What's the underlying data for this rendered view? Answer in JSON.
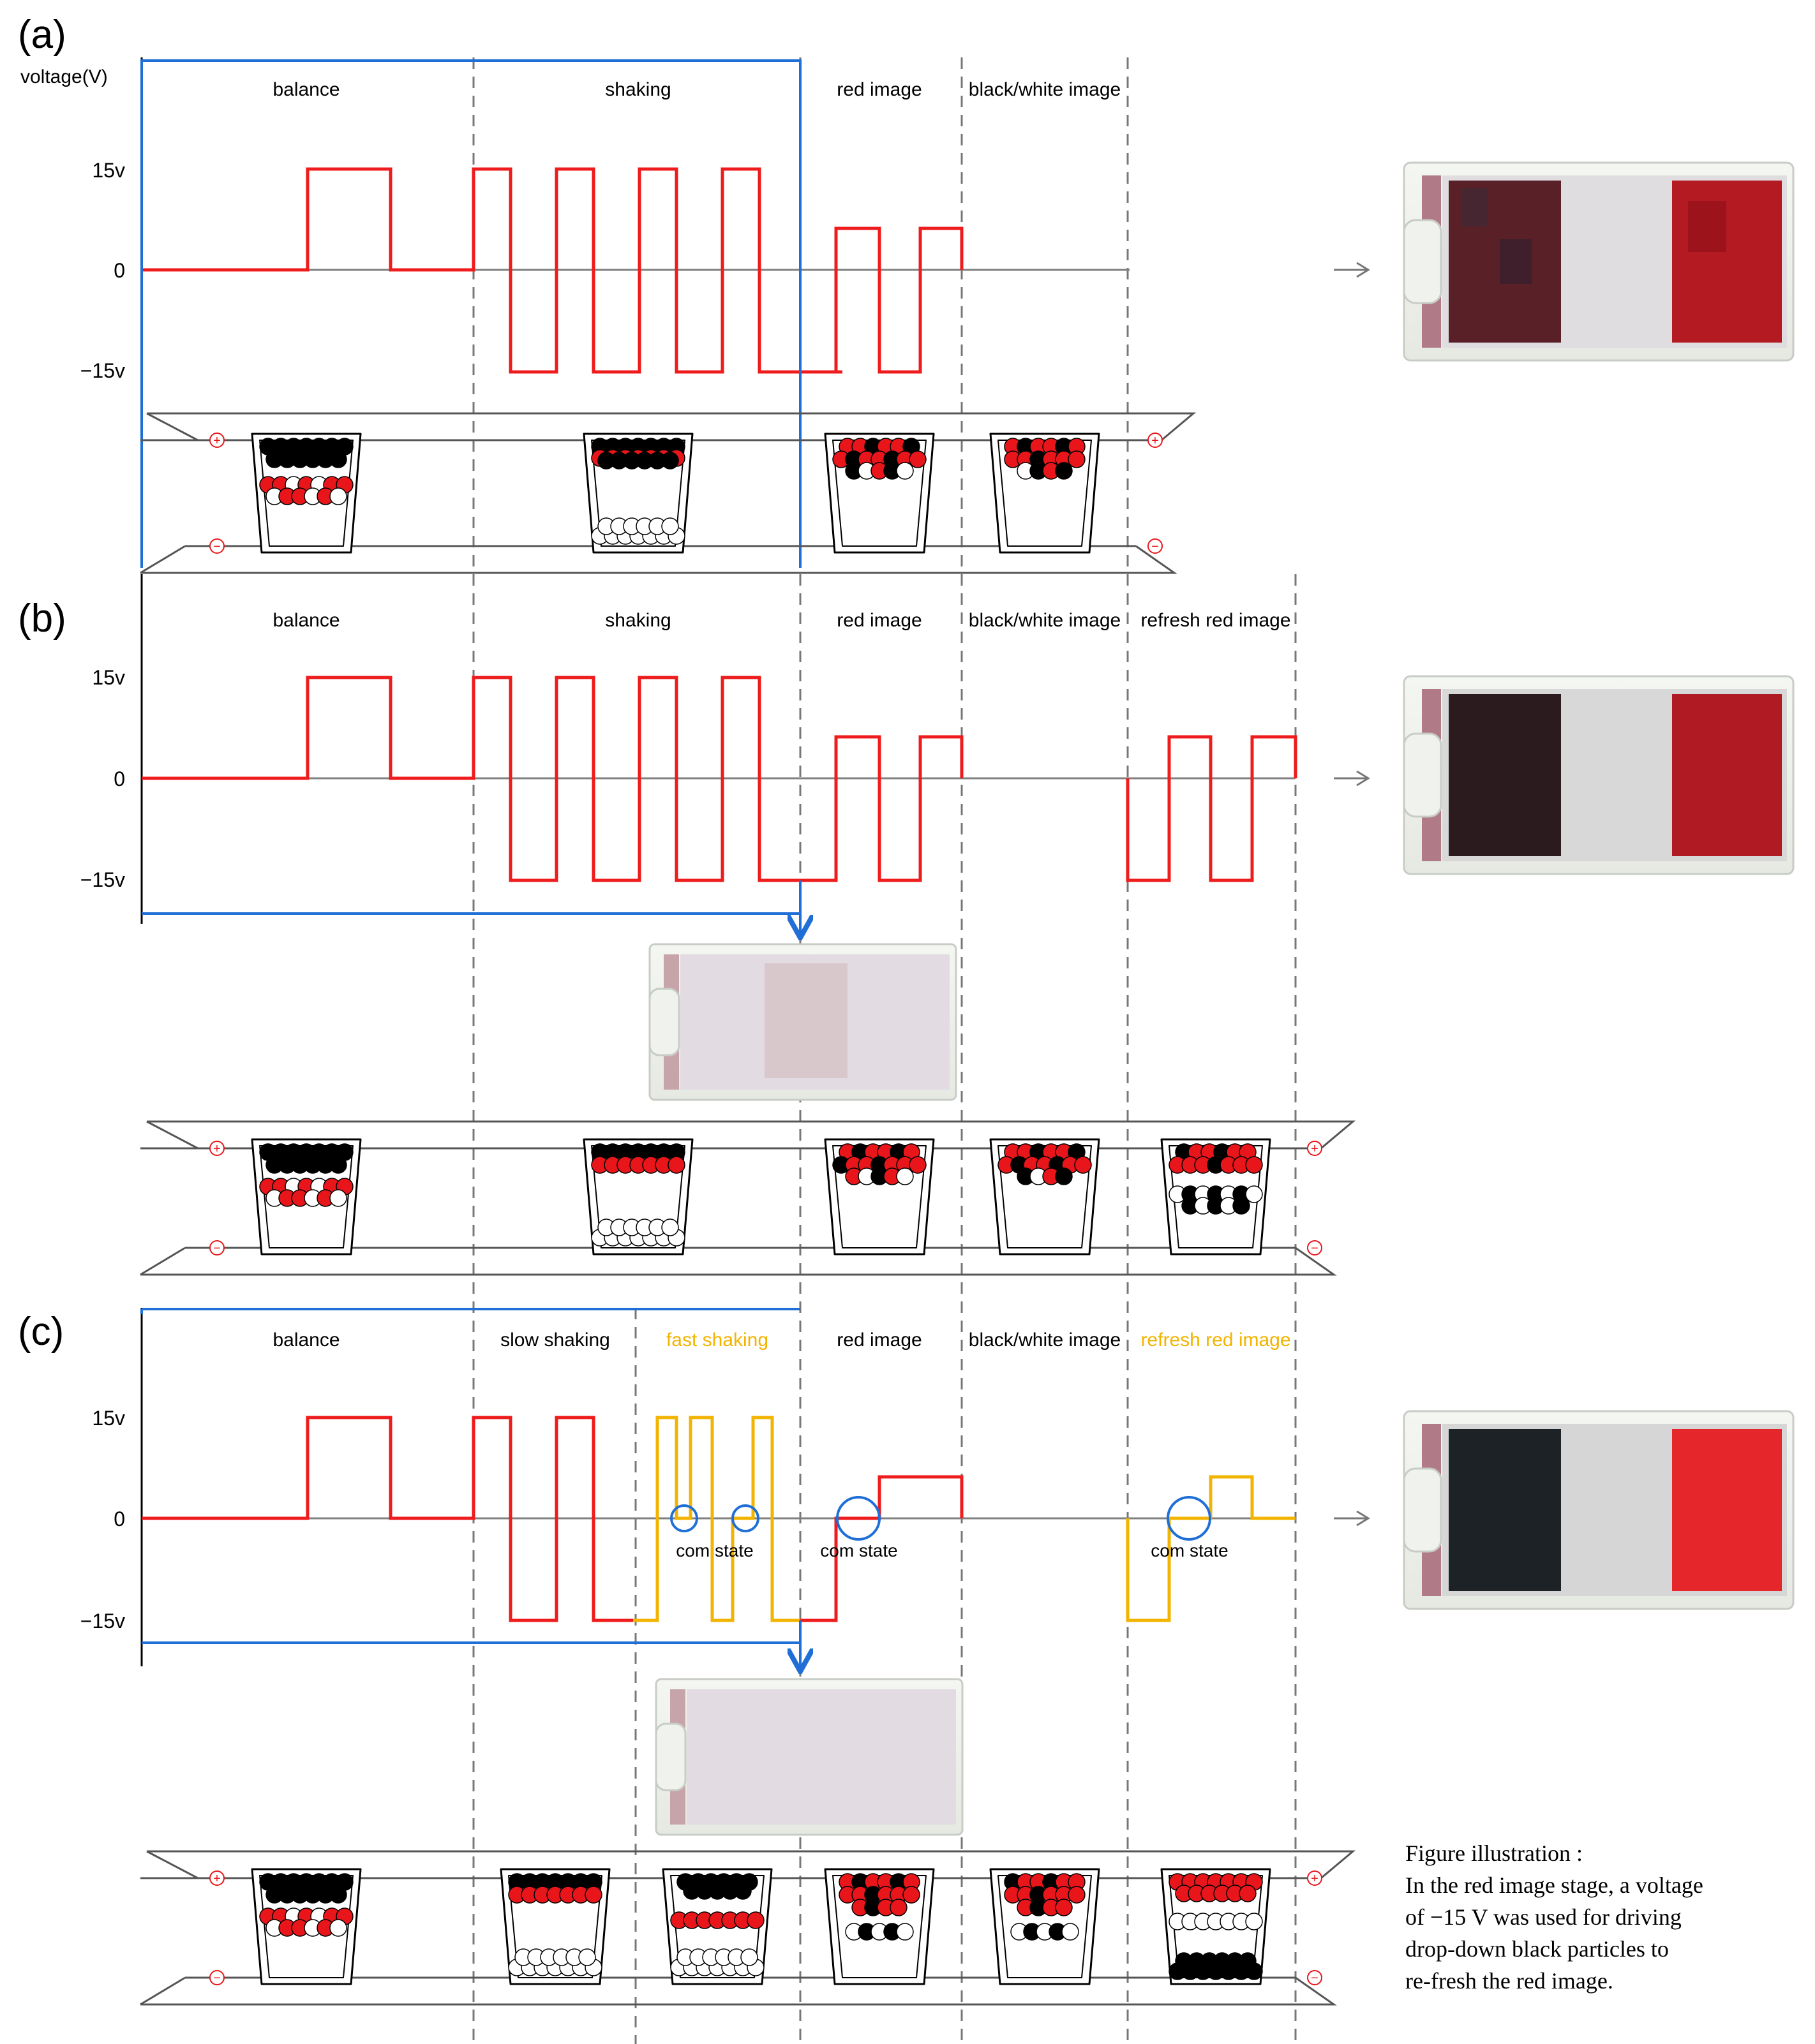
{
  "panels": {
    "a": {
      "label": "(a)",
      "ylabel": "voltage(V)",
      "stages": [
        "balance",
        "shaking",
        "red image",
        "black/white image"
      ]
    },
    "b": {
      "label": "(b)",
      "stages": [
        "balance",
        "shaking",
        "red image",
        "black/white image",
        "refresh red image"
      ]
    },
    "c": {
      "label": "(c)",
      "stages": [
        "balance",
        "slow shaking",
        "fast shaking",
        "red image",
        "black/white image",
        "refresh red image"
      ],
      "highlighted_stages": [
        "fast shaking",
        "refresh red image"
      ],
      "annotations": [
        "com state",
        "com state",
        "com state"
      ]
    }
  },
  "ticks": {
    "pos": "15v",
    "zero": "0",
    "neg": "−15v"
  },
  "colors": {
    "waveform": "#ee1c1c",
    "highlight": "#f2b400",
    "scan_bracket": "#1f6fd6",
    "axis": "#808080",
    "red_particle": "#e8161b",
    "black_particle": "#000000",
    "white_particle": "#ffffff"
  },
  "icons": [
    "arrow-right-icon",
    "plus-electrode-icon",
    "minus-electrode-icon"
  ],
  "caption": {
    "title": "Figure illustration :",
    "lines": [
      "In the red image stage, a voltage",
      "of −15 V was used for driving",
      "drop-down black particles to",
      "re-fresh the red image."
    ]
  }
}
